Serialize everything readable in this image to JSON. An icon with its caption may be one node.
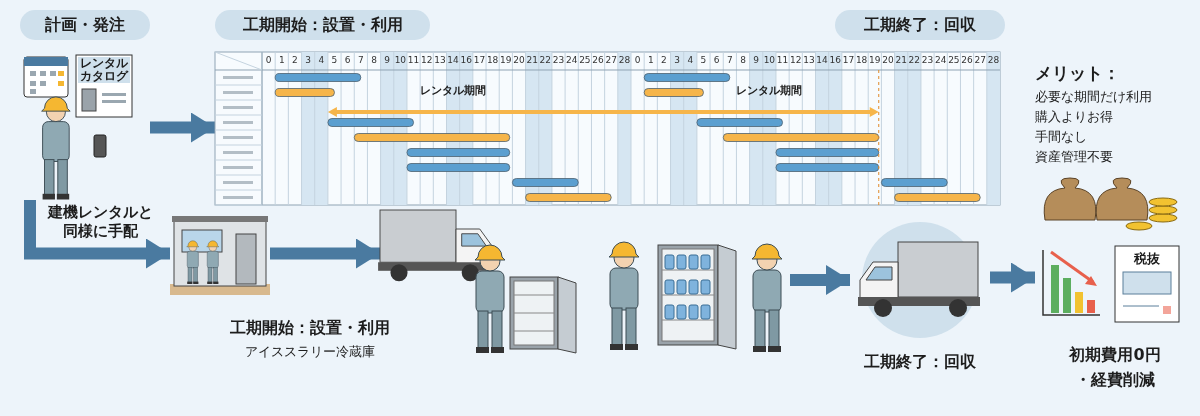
{
  "diagram": {
    "nodes": [
      {
        "text": [
          "計画・発注"
        ]
      },
      {
        "text": [
          "工期開始：設置・利用"
        ]
      },
      {
        "text": [
          "工期終了：回収"
        ]
      },
      {
        "text": [],
        "shape": "picture",
        "beside": [
          "建機レンタルと同様に手配"
        ]
      },
      {
        "text": [],
        "shape": "picture"
      },
      {
        "text": [],
        "shape": "picture"
      },
      {
        "text": [],
        "shape": "picture",
        "beside": [
          "工期開始：設置・利用",
          "アイススラリー冷蔵庫"
        ]
      },
      {
        "text": [],
        "shape": "picture"
      },
      {
        "text": [],
        "shape": "picture",
        "beside": [
          "工期終了：回収"
        ]
      },
      {
        "text": [],
        "shape": "picture",
        "beside": [
          "初期費用0円",
          "・経費削減"
        ]
      }
    ],
    "edges": [
      {
        "from": 3,
        "to": 4,
        "arrow": "to"
      },
      {
        "from": 3,
        "to": 5,
        "arrow": "to"
      },
      {
        "from": 5,
        "to": 6,
        "arrow": "to"
      },
      {
        "from": 7,
        "to": 8,
        "arrow": "to"
      },
      {
        "from": 8,
        "to": 9,
        "arrow": "to"
      }
    ],
    "labels": [
      "レンタルカタログ",
      "0",
      "1",
      "2",
      "3",
      "4",
      "5",
      "6",
      "7",
      "8",
      "9",
      "10",
      "11",
      "12",
      "13",
      "14",
      "16",
      "17",
      "18",
      "19",
      "20",
      "21",
      "22",
      "23",
      "24",
      "25",
      "26",
      "27",
      "28",
      "0",
      "1",
      "2",
      "3",
      "4",
      "5",
      "6",
      "7",
      "8",
      "9",
      "10",
      "11",
      "12",
      "13",
      "14",
      "16",
      "17",
      "18",
      "19",
      "20",
      "21",
      "22",
      "23",
      "24",
      "25",
      "26",
      "27",
      "28",
      "レンタル期間",
      "レンタル期間",
      "税抜",
      "メリット：",
      "必要な期間だけ利用",
      "購入よりお得",
      "手間なし",
      "資産管理不要"
    ]
  }
}
